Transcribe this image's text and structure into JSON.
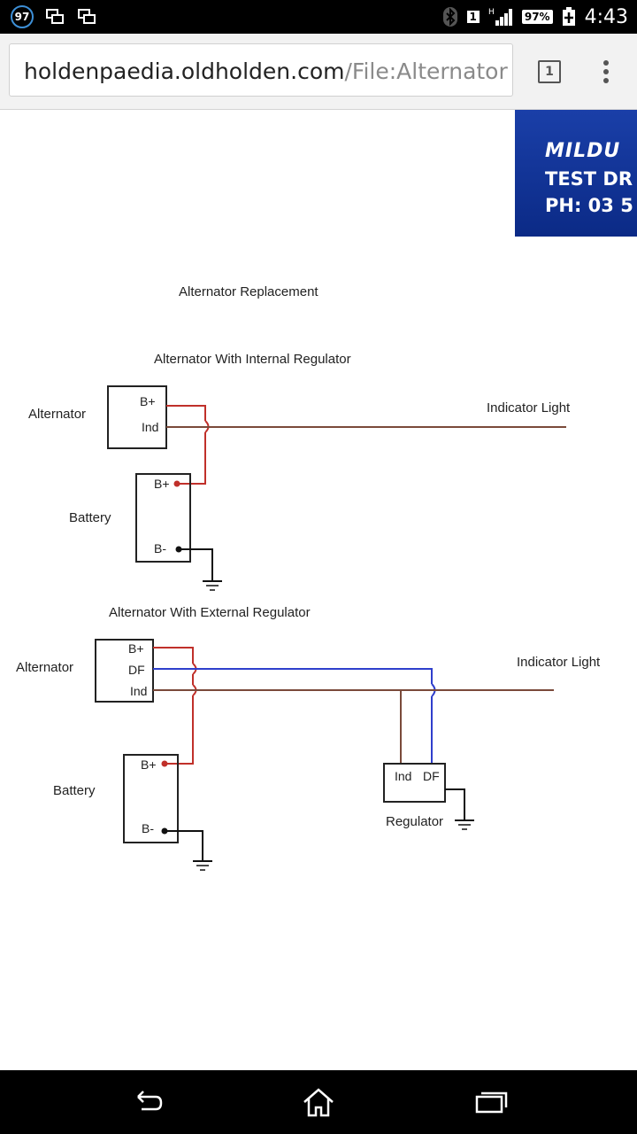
{
  "status_bar": {
    "notification_count": "97",
    "sim_slot": "1",
    "network_type": "H",
    "battery": "97%",
    "time": "4:43"
  },
  "browser": {
    "url_host": "holdenpaedia.oldholden.com",
    "url_path": "/File:Alternator",
    "tab_count": "1"
  },
  "ad": {
    "line1": "MILDU",
    "line2": "TEST DR",
    "line3": "PH: 03 5"
  },
  "diagram": {
    "title": "Alternator Replacement",
    "internal": {
      "heading": "Alternator With Internal Regulator",
      "alternator_label": "Alternator",
      "alt_pin_bplus": "B+",
      "alt_pin_ind": "Ind",
      "indicator_label": "Indicator Light",
      "battery_label": "Battery",
      "bat_pin_bplus": "B+",
      "bat_pin_bminus": "B-"
    },
    "external": {
      "heading": "Alternator With External Regulator",
      "alternator_label": "Alternator",
      "alt_pin_bplus": "B+",
      "alt_pin_df": "DF",
      "alt_pin_ind": "Ind",
      "indicator_label": "Indicator Light",
      "battery_label": "Battery",
      "bat_pin_bplus": "B+",
      "bat_pin_bminus": "B-",
      "regulator_label": "Regulator",
      "reg_pin_ind": "Ind",
      "reg_pin_df": "DF"
    },
    "colors": {
      "positive_wire": "#c0302a",
      "indicator_wire": "#7a4a3a",
      "field_wire": "#2f3fcc",
      "outline": "#222222"
    }
  }
}
